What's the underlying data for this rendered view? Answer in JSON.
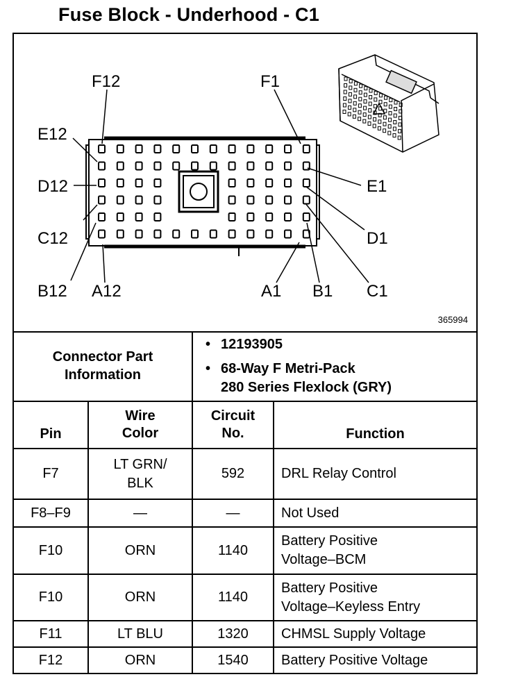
{
  "title": "Fuse Block - Underhood - C1",
  "diagram": {
    "number": "365994",
    "labels": {
      "f12": "F12",
      "f1": "F1",
      "e12": "E12",
      "e1": "E1",
      "d12": "D12",
      "d1": "D1",
      "c12": "C12",
      "c1": "C1",
      "b12": "B12",
      "b1": "B1",
      "a12": "A12",
      "a1": "A1"
    }
  },
  "connector_info": {
    "label_line1": "Connector Part",
    "label_line2": "Information",
    "bullet1": "12193905",
    "bullet2_line1": "68-Way F Metri-Pack",
    "bullet2_line2": "280 Series Flexlock (GRY)"
  },
  "headers": {
    "pin": "Pin",
    "wire_color_line1": "Wire",
    "wire_color_line2": "Color",
    "circuit_line1": "Circuit",
    "circuit_line2": "No.",
    "function": "Function"
  },
  "rows": [
    {
      "pin": "F7",
      "wire1": "LT GRN/",
      "wire2": "BLK",
      "circuit": "592",
      "func1": "DRL Relay Control",
      "func2": ""
    },
    {
      "pin": "F8–F9",
      "wire1": "—",
      "wire2": "",
      "circuit": "—",
      "func1": "Not Used",
      "func2": ""
    },
    {
      "pin": "F10",
      "wire1": "ORN",
      "wire2": "",
      "circuit": "1140",
      "func1": "Battery Positive",
      "func2": "Voltage–BCM"
    },
    {
      "pin": "F10",
      "wire1": "ORN",
      "wire2": "",
      "circuit": "1140",
      "func1": "Battery Positive",
      "func2": "Voltage–Keyless Entry"
    },
    {
      "pin": "F11",
      "wire1": "LT BLU",
      "wire2": "",
      "circuit": "1320",
      "func1": "CHMSL Supply Voltage",
      "func2": ""
    },
    {
      "pin": "F12",
      "wire1": "ORN",
      "wire2": "",
      "circuit": "1540",
      "func1": "Battery Positive Voltage",
      "func2": ""
    }
  ]
}
